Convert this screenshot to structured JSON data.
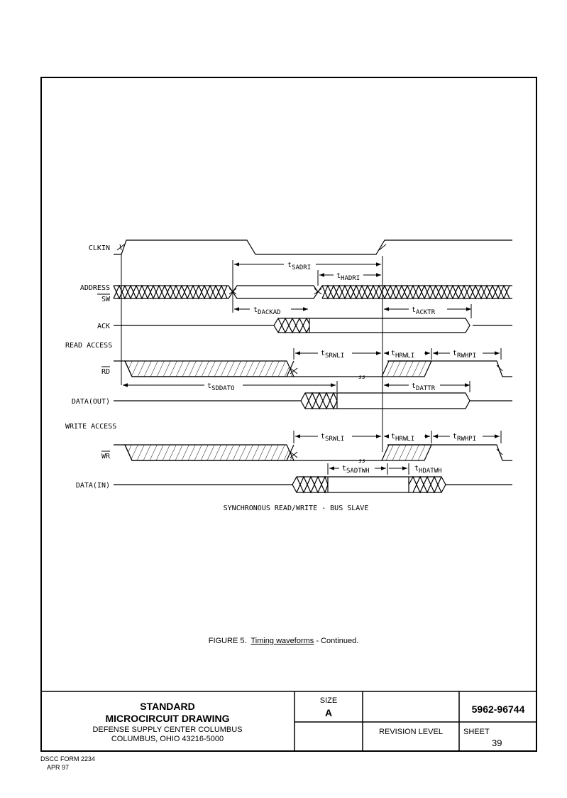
{
  "signals": {
    "clkin": "CLKIN",
    "address": "ADDRESS",
    "sw": "SW",
    "ack": "ACK",
    "read_access": "READ ACCESS",
    "rd": "RD",
    "data_out": "DATA(OUT)",
    "write_access": "WRITE ACCESS",
    "wr": "WR",
    "data_in": "DATA(IN)"
  },
  "timing": {
    "sadri": {
      "t": "t",
      "sub": "SADRI"
    },
    "hadri": {
      "t": "t",
      "sub": "HADRI"
    },
    "dackad": {
      "t": "t",
      "sub": "DACKAD"
    },
    "acktr": {
      "t": "t",
      "sub": "ACKTR"
    },
    "srwli_read": {
      "t": "t",
      "sub": "SRWLI"
    },
    "hrwli_read": {
      "t": "t",
      "sub": "HRWLI"
    },
    "rwhpi_read": {
      "t": "t",
      "sub": "RWHPI"
    },
    "sddato": {
      "t": "t",
      "sub": "SDDATO"
    },
    "dattr": {
      "t": "t",
      "sub": "DATTR"
    },
    "srwli_write": {
      "t": "t",
      "sub": "SRWLI"
    },
    "hrwli_write": {
      "t": "t",
      "sub": "HRWLI"
    },
    "rwhpi_write": {
      "t": "t",
      "sub": "RWHPI"
    },
    "sadtwh": {
      "t": "t",
      "sub": "SADTWH"
    },
    "hdatwh": {
      "t": "t",
      "sub": "HDATWH"
    }
  },
  "break_mark": "ss",
  "diagram_title": "SYNCHRONOUS READ/WRITE - BUS SLAVE",
  "caption": {
    "prefix": "FIGURE 5.",
    "underlined": "Timing waveforms",
    "suffix": " - Continued."
  },
  "title_block": {
    "title_line1": "STANDARD",
    "title_line2": "MICROCIRCUIT DRAWING",
    "org_line1": "DEFENSE SUPPLY CENTER COLUMBUS",
    "org_line2": "COLUMBUS, OHIO 43216-5000",
    "size_label": "SIZE",
    "size_value": "A",
    "drawing_number": "5962-96744",
    "revision_label": "REVISION LEVEL",
    "sheet_label": "SHEET",
    "sheet_value": "39"
  },
  "form": {
    "line1": "DSCC FORM 2234",
    "line2": "APR 97"
  }
}
